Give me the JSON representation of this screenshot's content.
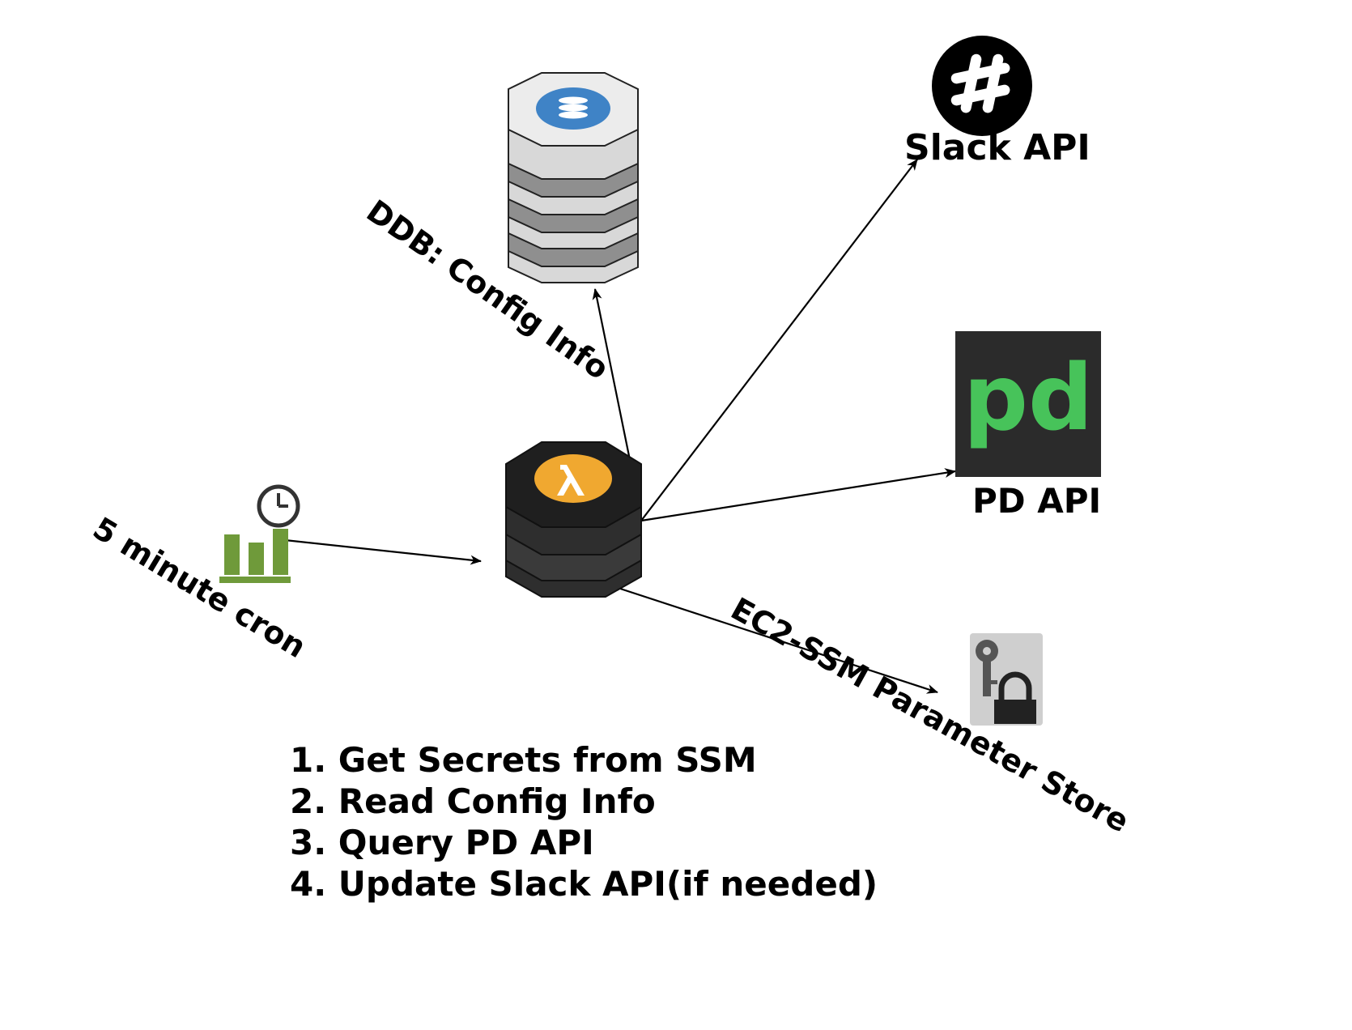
{
  "labels": {
    "ddb": "DDB: Config Info",
    "slack": "Slack API",
    "pd": "PD API",
    "pd_logo_text": "pd",
    "ssm": "EC2-SSM Parameter Store",
    "cron": "5 minute cron"
  },
  "steps": [
    "1. Get Secrets from SSM",
    "2. Read Config Info",
    "3. Query PD API",
    "4. Update Slack API(if needed)"
  ],
  "colors": {
    "lambda_accent": "#f0a830",
    "dynamodb_accent": "#3f83c6",
    "pagerduty_green": "#47c35a",
    "pagerduty_bg": "#2b2b2b",
    "cron_green": "#6f9a3a"
  },
  "icons": [
    "lambda-icon",
    "dynamodb-icon",
    "slack-icon",
    "pagerduty-icon",
    "ssm-parameter-store-icon",
    "cloudwatch-cron-icon"
  ]
}
